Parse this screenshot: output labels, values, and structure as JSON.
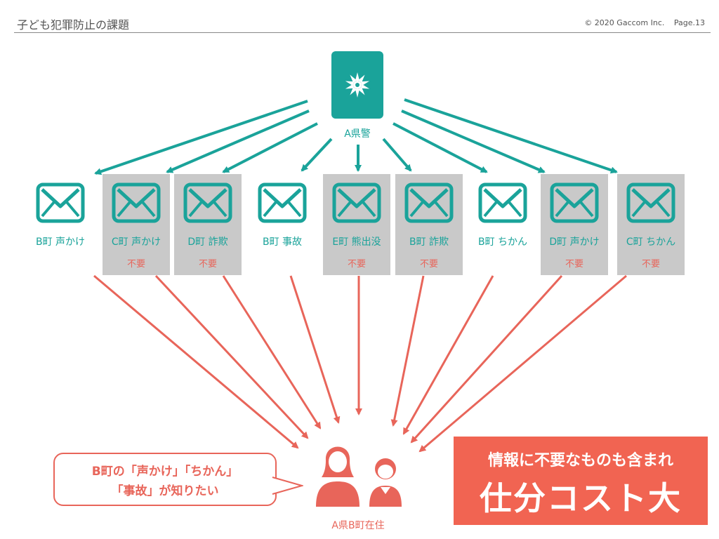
{
  "header": {
    "title": "子ども犯罪防止の課題",
    "copyright": "© 2020 Gaccom Inc.",
    "page": "Page.13"
  },
  "police": {
    "label": "A県警",
    "icon": "police-emblem-icon"
  },
  "mails": [
    {
      "label": "B町 声かけ",
      "note": "",
      "needed": true
    },
    {
      "label": "C町 声かけ",
      "note": "不要",
      "needed": false
    },
    {
      "label": "D町 詐欺",
      "note": "不要",
      "needed": false
    },
    {
      "label": "B町 事故",
      "note": "",
      "needed": true
    },
    {
      "label": "E町 熊出没",
      "note": "不要",
      "needed": false
    },
    {
      "label": "B町 詐欺",
      "note": "不要",
      "needed": false
    },
    {
      "label": "B町 ちかん",
      "note": "",
      "needed": true
    },
    {
      "label": "D町 声かけ",
      "note": "不要",
      "needed": false
    },
    {
      "label": "C町 ちかん",
      "note": "不要",
      "needed": false
    }
  ],
  "speech": {
    "line1": "B町の「声かけ」「ちかん」",
    "line2": "「事故」が知りたい"
  },
  "resident": {
    "label": "A県B町在住",
    "icon": "family-icon"
  },
  "conclusion": {
    "line1": "情報に不要なものも含まれ",
    "line2": "仕分コスト大"
  },
  "colors": {
    "teal": "#1aa39a",
    "coral": "#e8655a",
    "gray": "#c9c9c9",
    "conclusion_bg": "#f16452"
  }
}
